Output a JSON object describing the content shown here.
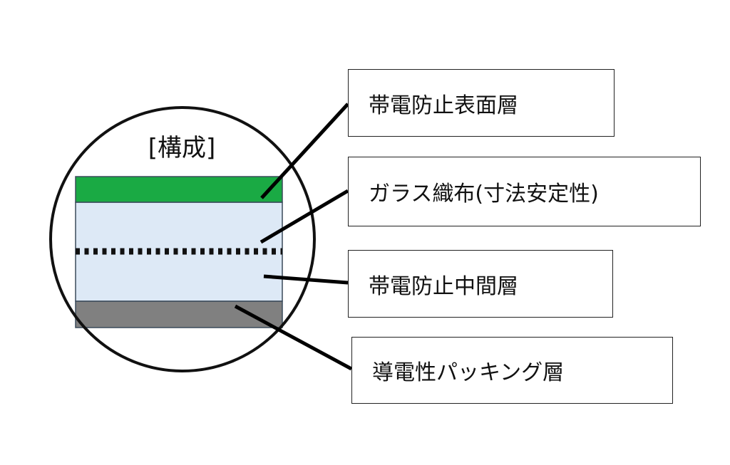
{
  "diagram": {
    "heading": "[構成]",
    "layers": [
      {
        "key": "surface",
        "label": "帯電防止表面層",
        "color": "#1aaa44"
      },
      {
        "key": "glass",
        "label": "ガラス織布(寸法安定性)",
        "color": "#111111"
      },
      {
        "key": "middle",
        "label": "帯電防止中間層",
        "color": "#dde9f6"
      },
      {
        "key": "packing",
        "label": "導電性パッキング層",
        "color": "#808080"
      }
    ]
  }
}
